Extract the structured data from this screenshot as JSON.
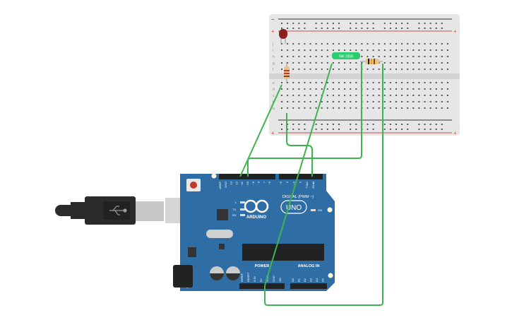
{
  "scene": {
    "colors": {
      "board": "#2e6aa0",
      "breadboard": "#e8e8e8",
      "wire": "#3fb34f",
      "rail_red": "#c0504d",
      "rail_black": "#333333"
    },
    "breadboard": {
      "plus_label": "+",
      "minus_label": "−",
      "row_letters_top": [
        "j",
        "i",
        "h",
        "g",
        "f"
      ],
      "row_letters_bottom": [
        "e",
        "d",
        "c",
        "b",
        "a"
      ]
    },
    "components": {
      "sensor_label": "5W 2008",
      "led_icon": "led-icon",
      "resistor_icon": "resistor-icon"
    },
    "arduino": {
      "brand": "ARDUINO",
      "model": "UNO",
      "digital_label": "DIGITAL (PWM ~)",
      "power_label": "POWER",
      "analog_label": "ANALOG IN",
      "on_label": "ON",
      "l_label": "L",
      "tx_label": "TX",
      "rx_label": "RX",
      "digital_pins": [
        "AREF",
        "GND",
        "13",
        "12",
        "~11",
        "~10",
        "~9",
        "8",
        "7",
        "~6",
        "~5",
        "4",
        "~3",
        "2",
        "TX▸1",
        "RX◂0"
      ],
      "power_pins": [
        "IOREF",
        "RESET",
        "3.3V",
        "5V",
        "GND",
        "GND",
        "Vin"
      ],
      "analog_pins": [
        "A0",
        "A1",
        "A2",
        "A3",
        "A4",
        "A5"
      ]
    }
  }
}
